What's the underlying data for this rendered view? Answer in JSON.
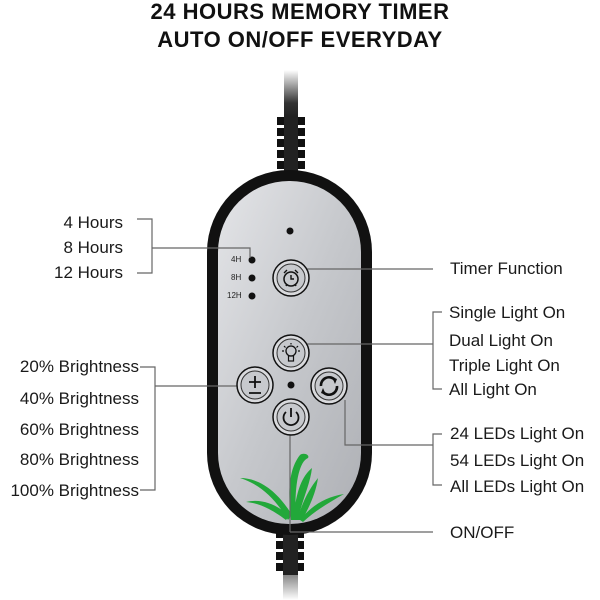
{
  "header": {
    "line1": "24 HOURS MEMORY TIMER",
    "line2": "AUTO ON/OFF EVERYDAY"
  },
  "timer_options": {
    "items": [
      "4 Hours",
      "8 Hours",
      "12 Hours"
    ]
  },
  "indicators": [
    "4H",
    "8H",
    "12H"
  ],
  "brightness_options": {
    "items": [
      "20% Brightness",
      "40% Brightness",
      "60% Brightness",
      "80% Brightness",
      "100% Brightness"
    ]
  },
  "callouts": {
    "timer_function": "Timer Function",
    "light_modes": [
      "Single Light On",
      "Dual Light On",
      "Triple Light On",
      "All Light On"
    ],
    "led_modes": [
      "24 LEDs Light On",
      "54 LEDs Light On",
      "All LEDs Light On"
    ],
    "on_off": "ON/OFF"
  },
  "buttons": {
    "timer": "alarm-clock-icon",
    "light_mode": "light-bulb-icon",
    "brightness": "plus-minus-icon",
    "cycle": "cycle-arrows-icon",
    "power": "power-icon"
  },
  "colors": {
    "body": "#111111",
    "panel": "#c9cbcf",
    "leaf": "#22a83a",
    "line": "#666666"
  }
}
